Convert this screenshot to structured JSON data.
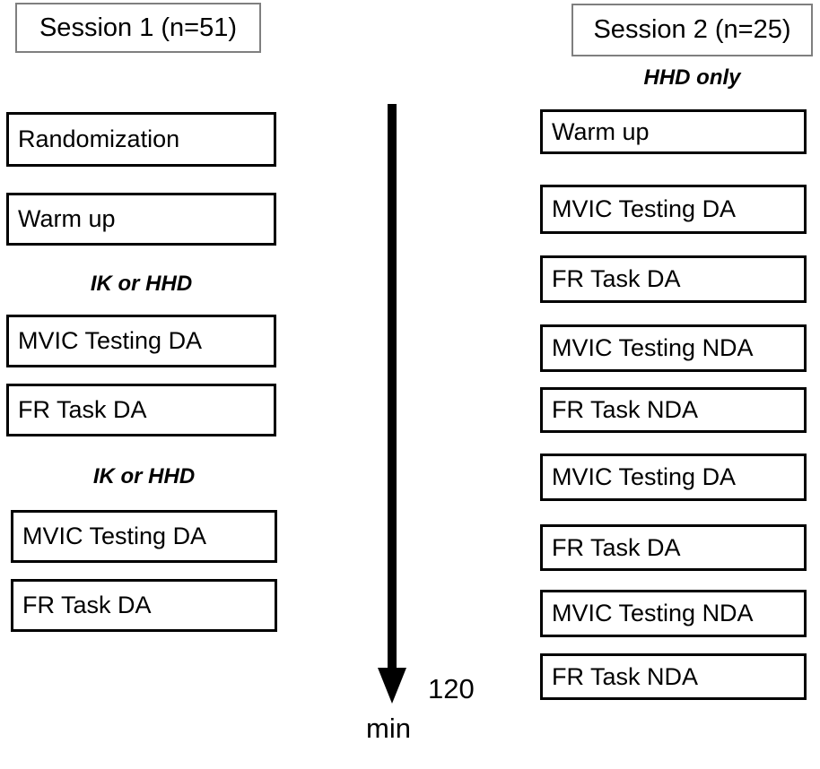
{
  "left_column": {
    "header": {
      "label": "Session 1 (n=51)"
    },
    "items": [
      {
        "kind": "box",
        "label": "Randomization"
      },
      {
        "kind": "box",
        "label": "Warm up"
      },
      {
        "kind": "note",
        "label": "IK or HHD"
      },
      {
        "kind": "box",
        "label": "MVIC Testing DA"
      },
      {
        "kind": "box",
        "label": "FR Task DA"
      },
      {
        "kind": "note",
        "label": "IK or HHD"
      },
      {
        "kind": "box",
        "label": "MVIC Testing DA"
      },
      {
        "kind": "box",
        "label": "FR Task DA"
      }
    ]
  },
  "right_column": {
    "header": {
      "label": "Session 2 (n=25)"
    },
    "subnote": {
      "label": "HHD only"
    },
    "items": [
      {
        "kind": "box",
        "label": "Warm up"
      },
      {
        "kind": "box",
        "label": "MVIC Testing DA"
      },
      {
        "kind": "box",
        "label": "FR Task DA"
      },
      {
        "kind": "box",
        "label": "MVIC Testing NDA"
      },
      {
        "kind": "box",
        "label": "FR Task NDA"
      },
      {
        "kind": "box",
        "label": "MVIC Testing DA"
      },
      {
        "kind": "box",
        "label": "FR Task DA"
      },
      {
        "kind": "box",
        "label": "MVIC Testing NDA"
      },
      {
        "kind": "box",
        "label": "FR Task NDA"
      }
    ]
  },
  "timeline": {
    "icon": "down-arrow-icon",
    "duration_value": "120",
    "duration_unit": "min"
  },
  "colors": {
    "box_border": "#000000",
    "header_border": "#7f7f7f",
    "text": "#000000",
    "background": "#ffffff"
  }
}
